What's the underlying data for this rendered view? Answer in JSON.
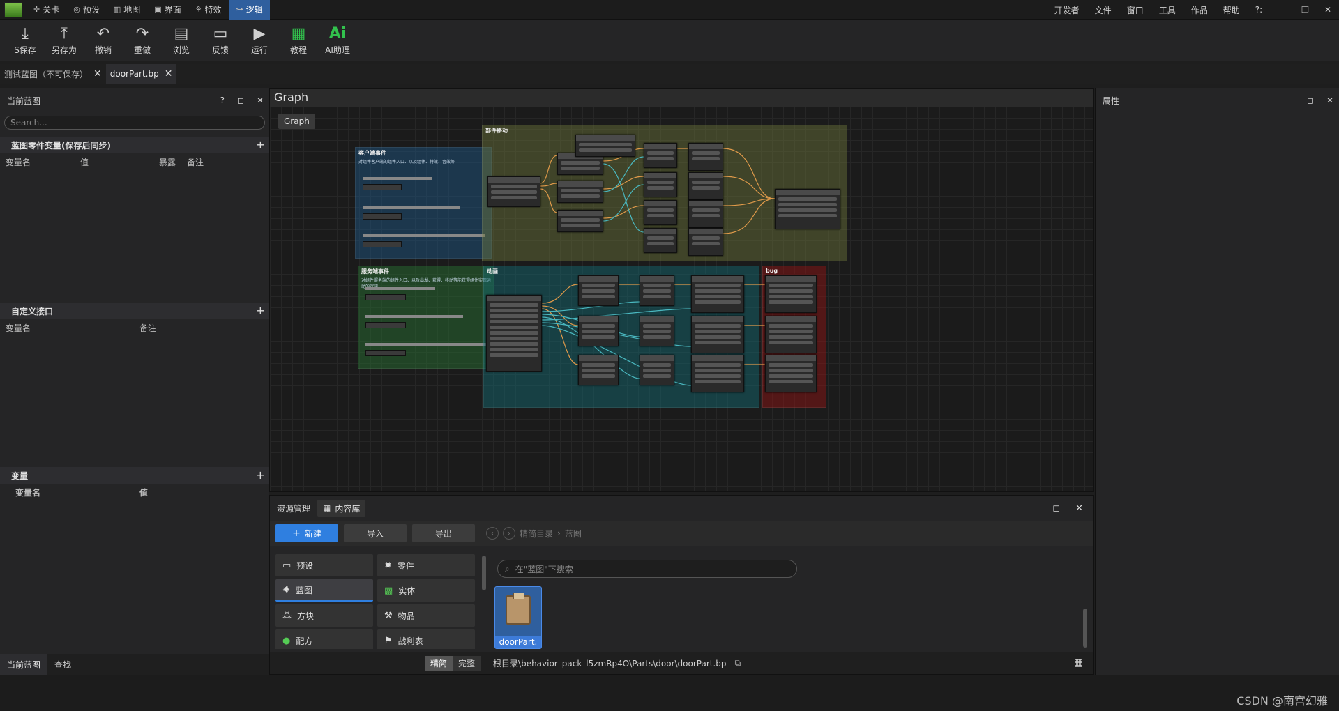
{
  "menu": {
    "tabs": [
      {
        "label": "关卡",
        "icon": "crosshair-icon"
      },
      {
        "label": "预设",
        "icon": "preset-icon"
      },
      {
        "label": "地图",
        "icon": "map-icon"
      },
      {
        "label": "界面",
        "icon": "interface-icon"
      },
      {
        "label": "特效",
        "icon": "effects-icon"
      },
      {
        "label": "逻辑",
        "icon": "logic-icon"
      }
    ],
    "right": [
      "开发者",
      "文件",
      "窗口",
      "工具",
      "作品",
      "帮助",
      "?:",
      "—",
      "❐",
      "✕"
    ]
  },
  "toolbar": {
    "buttons": [
      {
        "label": "S保存",
        "glyph": "⤓"
      },
      {
        "label": "另存为",
        "glyph": "⤒"
      },
      {
        "label": "撤销",
        "glyph": "↶"
      },
      {
        "label": "重做",
        "glyph": "↷"
      },
      {
        "label": "浏览",
        "glyph": "▤"
      },
      {
        "label": "反馈",
        "glyph": "▭"
      },
      {
        "label": "运行",
        "glyph": "▶"
      },
      {
        "label": "教程",
        "glyph": "▦"
      },
      {
        "label": "AI助理",
        "glyph": "Ai"
      }
    ]
  },
  "doctabs": [
    {
      "label": "测试蓝图（不可保存）"
    },
    {
      "label": "doorPart.bp"
    }
  ],
  "left": {
    "title": "当前蓝图",
    "help": "?",
    "search_placeholder": "Search...",
    "sections": [
      {
        "title": "蓝图零件变量(保存后同步)",
        "cols": [
          "变量名",
          "值",
          "暴露",
          "备注"
        ]
      },
      {
        "title": "自定义接口",
        "cols": [
          "变量名",
          "备注"
        ]
      },
      {
        "title": "变量",
        "cols": [
          "变量名",
          "值"
        ]
      }
    ],
    "bottom_tabs": [
      "当前蓝图",
      "查找"
    ]
  },
  "graph": {
    "title": "Graph",
    "chip": "Graph",
    "groups": [
      {
        "title": "客户端事件",
        "sub": "对组件客户端的组件入口、以及组件、特效、音效等"
      },
      {
        "title": "部件移动",
        "sub": ""
      },
      {
        "title": "服务端事件",
        "sub": "对组件服务端的组件入口、以及出发、获得、移动等能获得组件实现运动的逻辑"
      },
      {
        "title": "动画",
        "sub": ""
      },
      {
        "title": "bug",
        "sub": ""
      }
    ]
  },
  "right": {
    "title": "属性"
  },
  "assets": {
    "tab_label": "资源管理",
    "chip_label": "内容库",
    "new_label": "新建",
    "import_label": "导入",
    "export_label": "导出",
    "crumbs": [
      "精简目录",
      "蓝图"
    ],
    "search_placeholder": "在\"蓝图\"下搜索",
    "categories": [
      {
        "label": "预设",
        "icon": "preset-cat-icon",
        "glyph": "▭"
      },
      {
        "label": "零件",
        "icon": "part-icon",
        "glyph": "✹"
      },
      {
        "label": "蓝图",
        "icon": "blueprint-icon",
        "glyph": "✹"
      },
      {
        "label": "实体",
        "icon": "entity-icon",
        "glyph": "▩"
      },
      {
        "label": "方块",
        "icon": "block-icon",
        "glyph": "⁂"
      },
      {
        "label": "物品",
        "icon": "item-icon",
        "glyph": "⚒"
      },
      {
        "label": "配方",
        "icon": "recipe-icon",
        "glyph": "●"
      },
      {
        "label": "战利表",
        "icon": "loot-icon",
        "glyph": "⚑"
      }
    ],
    "file": {
      "name": "doorPart."
    },
    "toggle": [
      "精简",
      "完整"
    ],
    "path": "根目录\\behavior_pack_l5zmRp4O\\Parts\\door\\doorPart.bp"
  },
  "watermark": "CSDN @南宫幻雅"
}
